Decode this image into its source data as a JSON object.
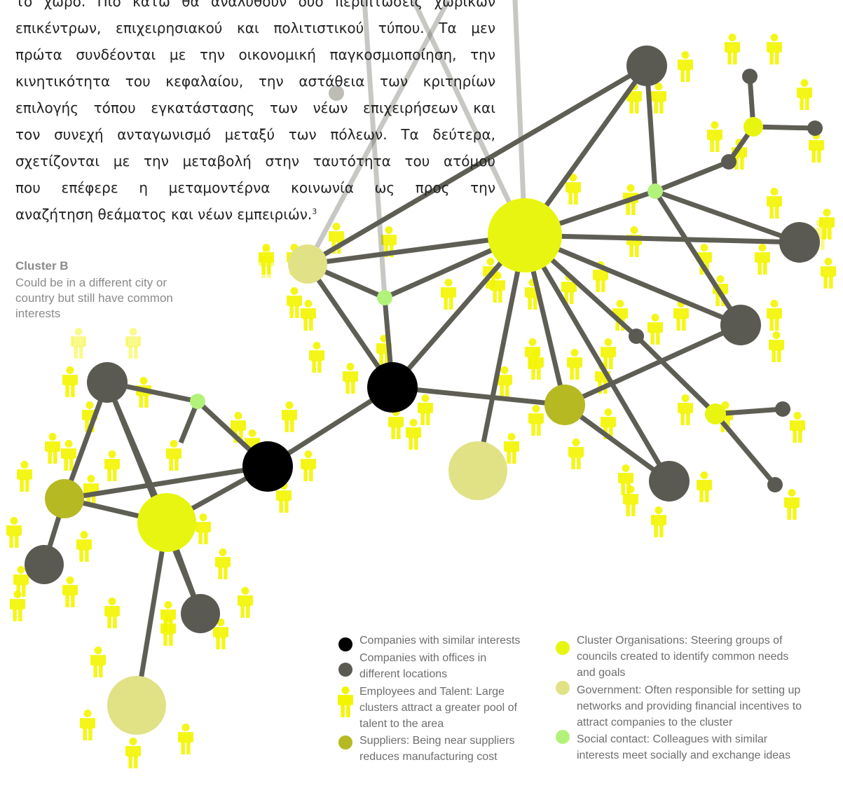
{
  "paragraph": {
    "lines": [
      "το χώρο. Πιο κάτω θα αναλυθούν δύο περιπτώσεις χωρικών",
      "επικέντρων, επιχειρησιακού και πολιτιστικού τύπου.  Τα μεν",
      "πρώτα συνδέονται με την οικονομική παγκοσμιοποίηση, την",
      "κινητικότητα του κεφαλαίου, την αστάθεια των κριτηρίων",
      "επιλογής τόπου εγκατάστασης των νέων επιχειρήσεων και",
      "τον συνεχή ανταγωνισμό μεταξύ των πόλεων.  Τα δεύτερα,",
      "σχετίζονται με την μεταβολή στην ταυτότητα του ατόμου",
      "που επέφερε η μεταμοντέρνα κοινωνία ως προς την",
      "αναζήτηση θεάματος και νέων εμπειριών."
    ],
    "footnote": "3"
  },
  "cluster_b": {
    "title": "Cluster B",
    "lines": [
      "Could be in a different city or",
      "country but still have common",
      "interests"
    ]
  },
  "colors": {
    "black": "#000000",
    "dark_grey": "#5b5a52",
    "yellow": "#e8f510",
    "olive": "#b6b922",
    "pale": "#e1e285",
    "light_green": "#b3f27a",
    "edge": "#5f5e55",
    "person": "#f3f500"
  },
  "legend": {
    "left": [
      {
        "icon": "black-circle-icon",
        "lines": [
          "Companies with similar interests"
        ]
      },
      {
        "icon": "dark-grey-circle-icon",
        "lines": [
          "Companies with offices in",
          "different locations"
        ]
      },
      {
        "icon": "person-icon",
        "lines": [
          "Employees and Talent: Large",
          "clusters attract a greater pool of",
          "talent to the area"
        ]
      },
      {
        "icon": "olive-circle-icon",
        "lines": [
          "Suppliers: Being near suppliers",
          "reduces manufacturing cost"
        ]
      }
    ],
    "right": [
      {
        "icon": "yellow-circle-icon",
        "lines": [
          "Cluster Organisations: Steering groups of",
          "councils created to identify common needs",
          "and goals"
        ]
      },
      {
        "icon": "pale-circle-icon",
        "lines": [
          "Government: Often responsible for setting up",
          "networks and providing financial incentives to",
          "attract companies to the cluster"
        ]
      },
      {
        "icon": "light-green-circle-icon",
        "lines": [
          "Social contact: Colleagues with similar",
          "interests meet socially and exchange ideas"
        ]
      }
    ]
  }
}
